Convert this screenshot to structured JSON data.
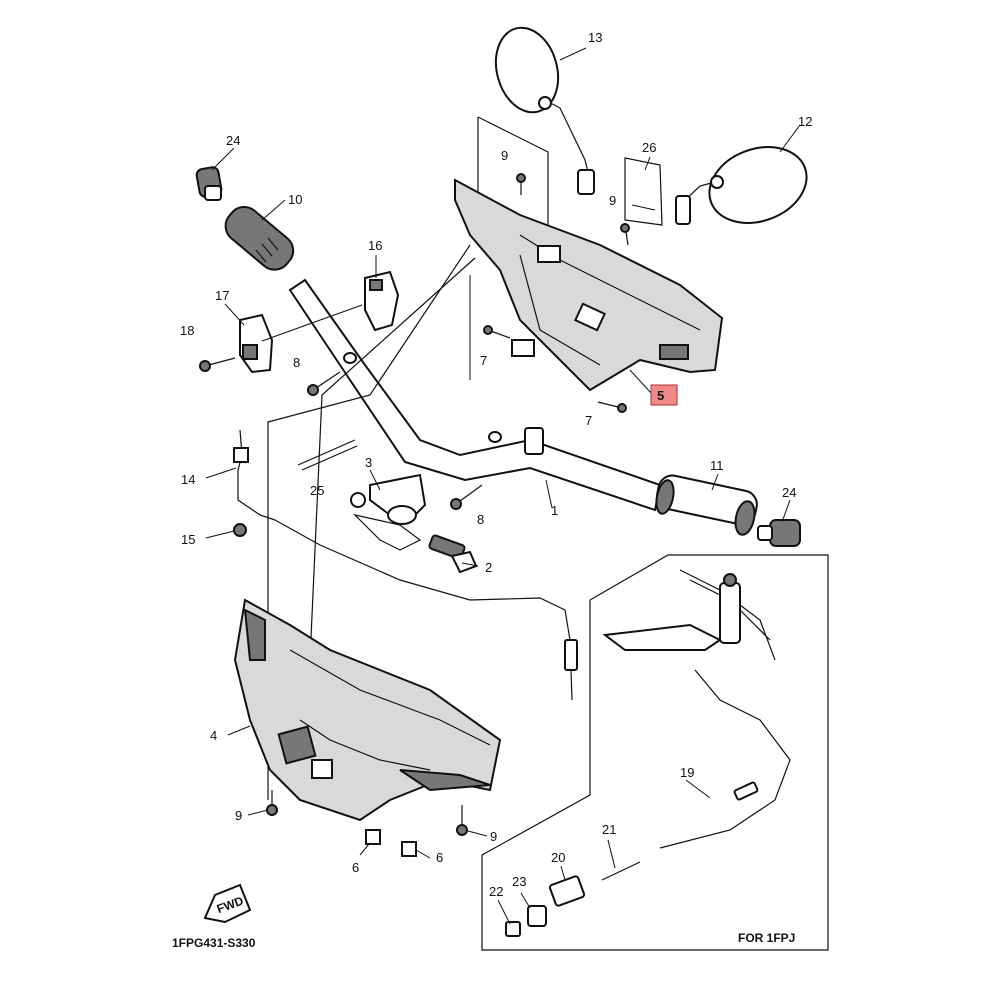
{
  "callouts": {
    "c1": "1",
    "c2": "2",
    "c3": "3",
    "c4": "4",
    "c5": "5",
    "c6a": "6",
    "c6b": "6",
    "c7a": "7",
    "c7b": "7",
    "c8a": "8",
    "c8b": "8",
    "c9a": "9",
    "c9b": "9",
    "c9c": "9",
    "c9d": "9",
    "c10": "10",
    "c11": "11",
    "c12": "12",
    "c13": "13",
    "c14": "14",
    "c15": "15",
    "c16": "16",
    "c17": "17",
    "c18": "18",
    "c19": "19",
    "c20": "20",
    "c21": "21",
    "c22": "22",
    "c23": "23",
    "c24a": "24",
    "c24b": "24",
    "c25": "25",
    "c26": "26"
  },
  "highlight": {
    "part": "5",
    "color": "#f08a8a"
  },
  "inset": {
    "label": "FOR 1FPJ"
  },
  "footer": {
    "code": "1FPG431-S330"
  },
  "fwd": {
    "label": "FWD"
  }
}
